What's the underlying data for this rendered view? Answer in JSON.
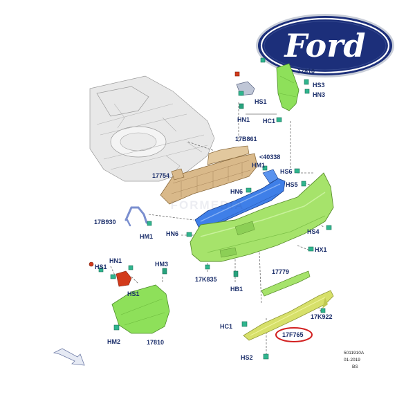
{
  "brand": {
    "logo_text": "Ford",
    "oval_color": "#1c2f7a",
    "ring_color": "#ffffff"
  },
  "watermark": "FORMEDIA",
  "colors": {
    "label": "#1c2f6b",
    "bumper_cover": "#a6e36b",
    "side_bracket": "#8ee05a",
    "reinforcement": "#3f7fe8",
    "absorber": "#d9b98a",
    "skid_plate": "#d7e06a",
    "highlight_ring": "#d22020"
  },
  "labels": {
    "p17810_top": "17810",
    "hs3": "HS3",
    "hn3": "HN3",
    "hs1_top": "HS1",
    "hn1_top": "HN1",
    "hc1_top": "HC1",
    "p17b861": "17B861",
    "p40338": "<40338",
    "hm1_center": "HM1",
    "hs6": "HS6",
    "hn6_center": "HN6",
    "hs5": "HS5",
    "p17754": "17754",
    "p17b930": "17B930",
    "hm1_left": "HM1",
    "hn6_left": "HN6",
    "hs4": "HS4",
    "hx1": "HX1",
    "hn1_left": "HN1",
    "hs1_left": "HS1",
    "hm3": "HM3",
    "hs1_bracket": "HS1",
    "p17k835": "17K835",
    "hb1": "HB1",
    "p17779": "17779",
    "p17k922": "17K922",
    "hc1_bottom": "HC1",
    "p17f765": "17F765",
    "hm2": "HM2",
    "p17810_bottom": "17810",
    "hs2": "HS2"
  },
  "notes": {
    "code": "5011910A",
    "date": "01-2019",
    "suffix": "BS"
  }
}
